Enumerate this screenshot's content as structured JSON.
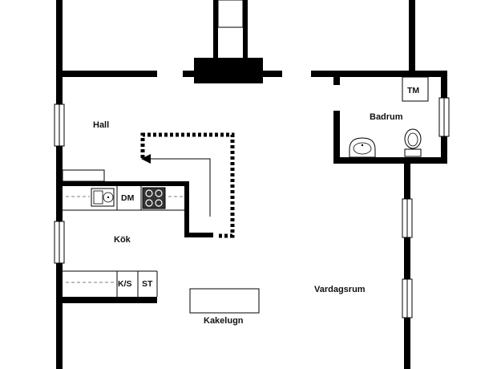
{
  "rooms": {
    "hall": "Hall",
    "kok": "Kök",
    "badrum": "Badrum",
    "vardagsrum": "Vardagsrum",
    "kakelugn": "Kakelugn"
  },
  "fixtures": {
    "dm": "DM",
    "ks": "K/S",
    "st": "ST",
    "tm": "TM"
  },
  "colors": {
    "wall": "#000000",
    "window": "#ffffff",
    "background": "#ffffff"
  }
}
